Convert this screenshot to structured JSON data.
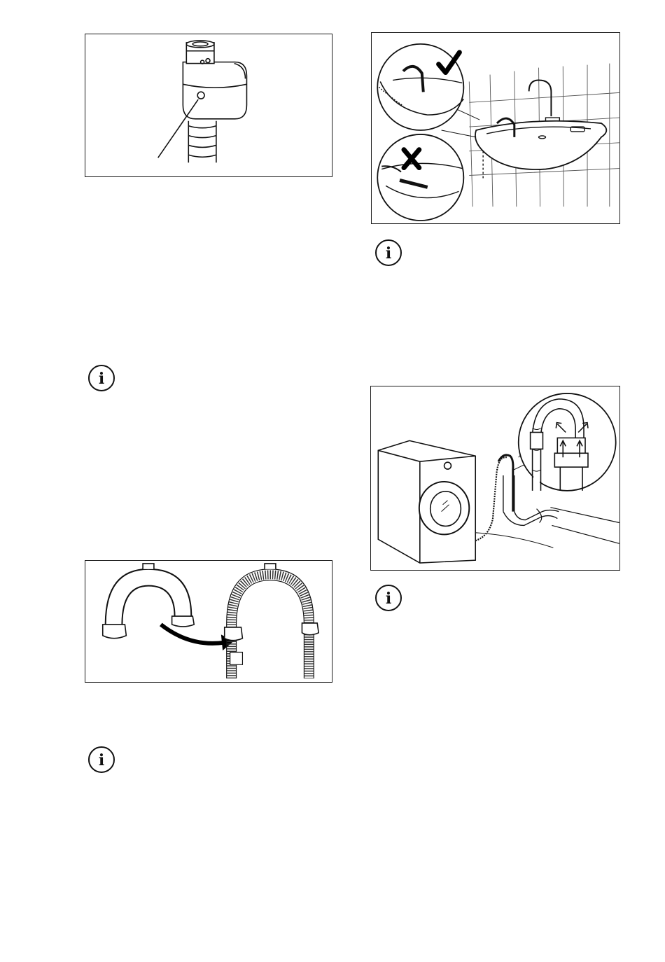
{
  "figures": {
    "valve": {
      "icon": "water-stop-valve-illustration"
    },
    "basin": {
      "icon": "sink-hose-placement-illustration",
      "correct_mark": "checkmark-icon",
      "wrong_mark": "cross-icon"
    },
    "hose_guide": {
      "icon": "hose-guide-attach-illustration"
    },
    "standpipe": {
      "icon": "washer-drain-standpipe-illustration"
    }
  },
  "notes": {
    "icon": "info-icon",
    "glyph": "i"
  }
}
